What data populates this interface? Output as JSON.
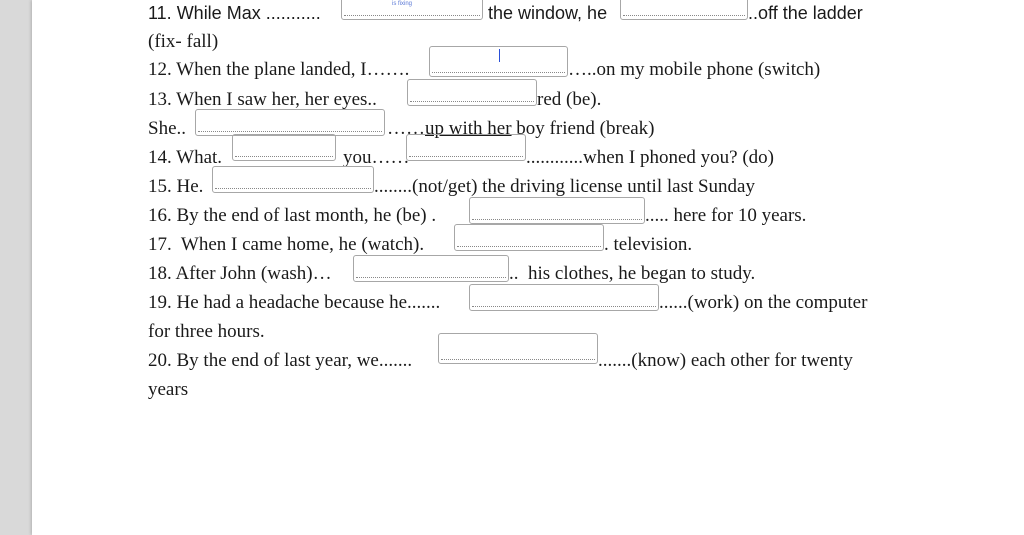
{
  "exercise": {
    "q11": {
      "a": "11. While Max ...........",
      "mini": "is fixing",
      "b": "the window, he",
      "c": "..off the ladder",
      "d": "(fix- fall)"
    },
    "q12": {
      "a": "12. When the plane landed, I…….",
      "b": "…..on my mobile phone (switch)"
    },
    "q13": {
      "a": "13. When I saw her, her eyes..",
      "b": "red (be)."
    },
    "q13b": {
      "a": "She..",
      "b": "……",
      "c": "up with her",
      "d": " boy friend (break)"
    },
    "q14": {
      "a": "14. What.",
      "b": "you……",
      "c": "............when I phoned you? (do)"
    },
    "q15": {
      "a": "15. He.",
      "b": "........(not/get) the driving license until last Sunday"
    },
    "q16": {
      "a": "16. By the end of last month, he (be) .",
      "b": "..... here for 10 years."
    },
    "q17": {
      "a": "17.  When I came home, he (watch).",
      "b": ". television."
    },
    "q18": {
      "a": "18. After John (wash)…",
      "b": "..  his clothes, he began to study."
    },
    "q19": {
      "a": "19. He had a headache because he.......",
      "b": "......(work) on the computer",
      "c": "for three hours."
    },
    "q20": {
      "a": "20. By the end of last year, we.......",
      "b": ".......(know) each other for twenty",
      "c": "years"
    }
  }
}
